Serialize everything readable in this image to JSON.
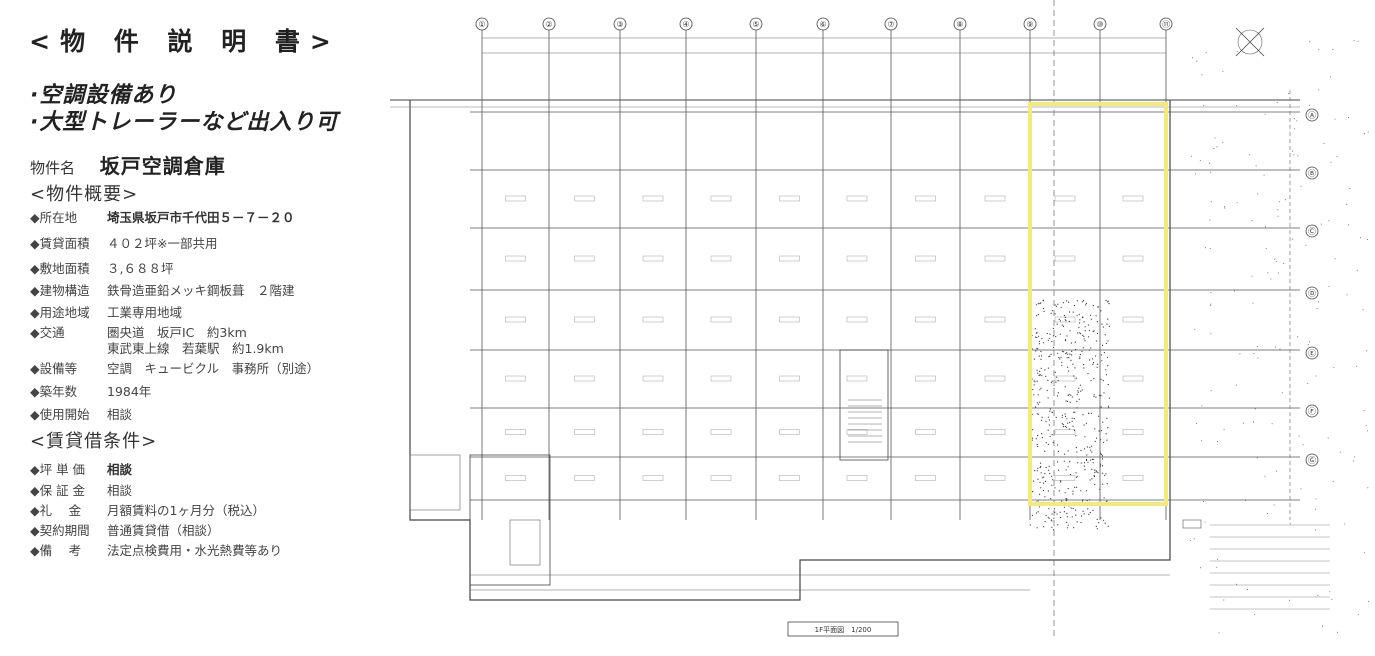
{
  "title": "<物 件 説 明 書>",
  "features": [
    "·空調設備あり",
    "·大型トレーラーなど出入り可"
  ],
  "property_name_label": "物件名",
  "property_name": "坂戸空調倉庫",
  "overview_heading": "<物件概要>",
  "overview": [
    {
      "label": "◆所在地",
      "value": "埼玉県坂戸市千代田５－７－２０",
      "strong": true
    },
    {
      "label": "◆賃貸面積",
      "value": "４０２坪※一部共用"
    },
    {
      "label": "◆敷地面積",
      "value": "３,６８８坪"
    },
    {
      "label": "◆建物構造",
      "value": "鉄骨造亜鉛メッキ鋼板葺　２階建"
    },
    {
      "label": "◆用途地域",
      "value": "工業専用地域"
    },
    {
      "label": "◆交通",
      "value": "圏央道　坂戸IC　約3km",
      "value2": "東武東上線　若葉駅　約1.9km"
    },
    {
      "label": "◆設備等",
      "value": "空調　キュービクル　事務所（別途）"
    },
    {
      "label": "◆築年数",
      "value": "1984年"
    },
    {
      "label": "◆使用開始",
      "value": "相談"
    }
  ],
  "conditions_heading": "<賃貸借条件>",
  "conditions": [
    {
      "label": "◆坪 単 価",
      "value": "相談",
      "strong": true
    },
    {
      "label": "◆保 証 金",
      "value": "相談"
    },
    {
      "label": "◆礼　 金",
      "value": "月額賃料の1ヶ月分（税込）"
    },
    {
      "label": "◆契約期間",
      "value": "普通賃貸借（相談）"
    },
    {
      "label": "◆備　 考",
      "value": "法定点検費用・水光熱費等あり"
    }
  ],
  "plan": {
    "column_markers": [
      "①",
      "②",
      "③",
      "④",
      "⑤",
      "⑥",
      "⑦",
      "⑧",
      "⑨",
      "⑩",
      "⑪"
    ],
    "row_markers": [
      "Ⓐ",
      "Ⓑ",
      "Ⓒ",
      "Ⓓ",
      "Ⓔ",
      "Ⓕ",
      "Ⓖ"
    ],
    "scale_label": "1F平面図　1/200",
    "highlight_color": "#f2ea7a"
  }
}
